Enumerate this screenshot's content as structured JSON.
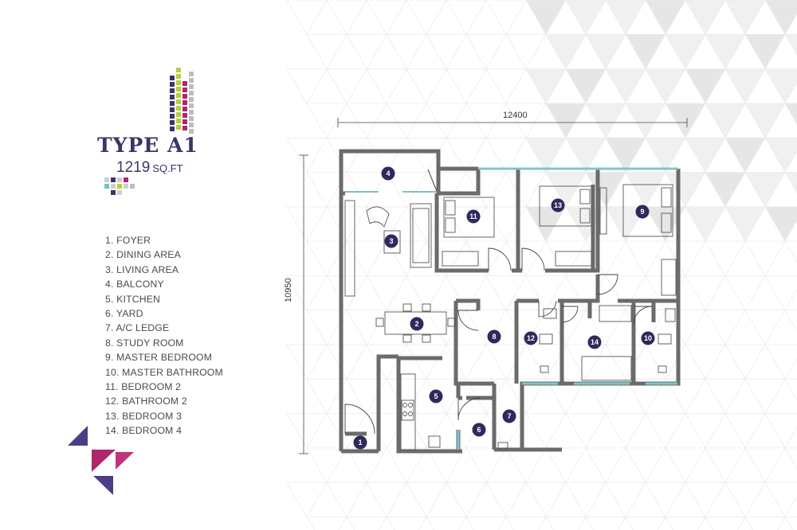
{
  "title": "TYPE A1",
  "area": {
    "value": "1219",
    "unit": "SQ.FT"
  },
  "dimensions": {
    "width": "12400",
    "height": "10950"
  },
  "legend": [
    "1. FOYER",
    "2. DINING AREA",
    "3. LIVING AREA",
    "4. BALCONY",
    "5. KITCHEN",
    "6. YARD",
    "7. A/C LEDGE",
    "8. STUDY ROOM",
    "9. MASTER BEDROOM",
    "10. MASTER BATHROOM",
    "11. BEDROOM 2",
    "12. BATHROOM 2",
    "13. BEDROOM 3",
    "14. BEDROOM 4"
  ],
  "room_markers": [
    "1",
    "2",
    "3",
    "4",
    "5",
    "6",
    "7",
    "8",
    "9",
    "10",
    "11",
    "12",
    "13",
    "14"
  ],
  "colors": {
    "brand": "#3b3565",
    "marker": "#2d2a5c",
    "wall": "#6b6b6b",
    "window": "#7fc4cc",
    "accent_magenta": "#b0266b",
    "accent_green": "#b9cf3a",
    "accent_teal": "#77c1c4"
  }
}
